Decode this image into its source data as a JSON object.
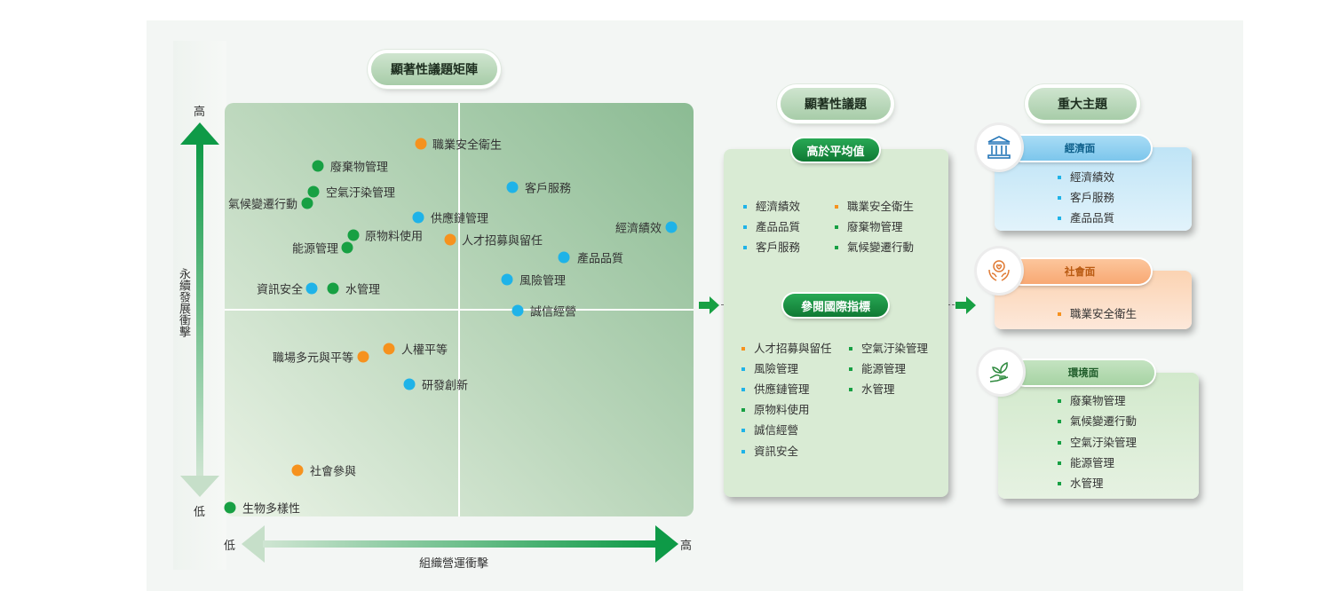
{
  "matrix_title": "顯著性議題矩陣",
  "axes": {
    "y_label": "永續發展衝擊",
    "y_high": "高",
    "y_low": "低",
    "x_label": "組織營運衝擊",
    "x_low": "低",
    "x_high": "高"
  },
  "colors": {
    "environment": "#17a043",
    "social": "#f6921e",
    "economic": "#1fb3e8"
  },
  "matrix_points": [
    {
      "label": "職業安全衛生",
      "cat": "orange"
    },
    {
      "label": "廢棄物管理",
      "cat": "green"
    },
    {
      "label": "空氣汙染管理",
      "cat": "green"
    },
    {
      "label": "氣候變遷行動",
      "cat": "green"
    },
    {
      "label": "客戶服務",
      "cat": "blue"
    },
    {
      "label": "供應鏈管理",
      "cat": "blue"
    },
    {
      "label": "原物料使用",
      "cat": "green"
    },
    {
      "label": "人才招募與留任",
      "cat": "orange"
    },
    {
      "label": "經濟績效",
      "cat": "blue"
    },
    {
      "label": "能源管理",
      "cat": "green"
    },
    {
      "label": "產品品質",
      "cat": "blue"
    },
    {
      "label": "風險管理",
      "cat": "blue"
    },
    {
      "label": "資訊安全",
      "cat": "blue"
    },
    {
      "label": "水管理",
      "cat": "green"
    },
    {
      "label": "誠信經營",
      "cat": "blue"
    },
    {
      "label": "人權平等",
      "cat": "orange"
    },
    {
      "label": "職場多元與平等",
      "cat": "orange"
    },
    {
      "label": "研發創新",
      "cat": "blue"
    },
    {
      "label": "社會參與",
      "cat": "orange"
    },
    {
      "label": "生物多樣性",
      "cat": "green"
    }
  ],
  "topics": {
    "title": "顯著性議題",
    "above_avg": {
      "label": "高於平均值",
      "col1": [
        {
          "text": "經濟績效",
          "cat": "blue"
        },
        {
          "text": "產品品質",
          "cat": "blue"
        },
        {
          "text": "客戶服務",
          "cat": "blue"
        }
      ],
      "col2": [
        {
          "text": "職業安全衛生",
          "cat": "orange"
        },
        {
          "text": "廢棄物管理",
          "cat": "green"
        },
        {
          "text": "氣候變遷行動",
          "cat": "green"
        }
      ]
    },
    "intl": {
      "label": "參閱國際指標",
      "col1": [
        {
          "text": "人才招募與留任",
          "cat": "orange"
        },
        {
          "text": "風險管理",
          "cat": "blue"
        },
        {
          "text": "供應鏈管理",
          "cat": "blue"
        },
        {
          "text": "原物料使用",
          "cat": "green"
        },
        {
          "text": "誠信經營",
          "cat": "blue"
        },
        {
          "text": "資訊安全",
          "cat": "blue"
        }
      ],
      "col2": [
        {
          "text": "空氣汙染管理",
          "cat": "green"
        },
        {
          "text": "能源管理",
          "cat": "green"
        },
        {
          "text": "水管理",
          "cat": "green"
        }
      ]
    }
  },
  "major": {
    "title": "重大主題",
    "economic": {
      "label": "經濟面",
      "icon": "bank-icon",
      "items": [
        "經濟績效",
        "客戶服務",
        "產品品質"
      ]
    },
    "social": {
      "label": "社會面",
      "icon": "hands-heart-icon",
      "items": [
        "職業安全衛生"
      ]
    },
    "environment": {
      "label": "環境面",
      "icon": "hand-leaf-icon",
      "items": [
        "廢棄物管理",
        "氣候變遷行動",
        "空氣汙染管理",
        "能源管理",
        "水管理"
      ]
    }
  }
}
